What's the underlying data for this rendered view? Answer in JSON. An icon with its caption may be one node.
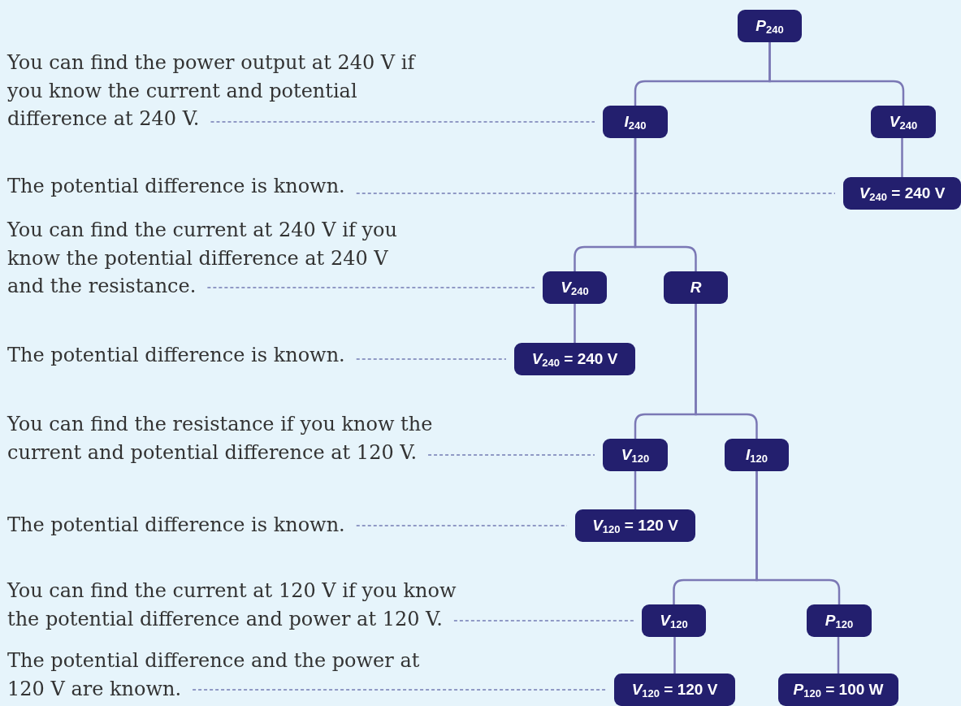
{
  "diagram": {
    "nodes": [
      {
        "text": [
          "*P*$_{240}$"
        ]
      },
      {
        "text": [
          "*I*$_{240}$"
        ]
      },
      {
        "text": [
          "*V*$_{240}$"
        ]
      },
      {
        "text": [
          "*V*$_{240}$ = 240 V"
        ]
      },
      {
        "text": [
          "*V*$_{240}$"
        ]
      },
      {
        "text": [
          "*R*"
        ]
      },
      {
        "text": [
          "*V*$_{240}$ = 240 V"
        ]
      },
      {
        "text": [
          "*V*$_{120}$"
        ]
      },
      {
        "text": [
          "*I*$_{120}$"
        ]
      },
      {
        "text": [
          "*V*$_{120}$ = 120 V"
        ]
      },
      {
        "text": [
          "*V*$_{120}$"
        ]
      },
      {
        "text": [
          "*P*$_{120}$"
        ]
      },
      {
        "text": [
          "*V*$_{120}$ = 120 V"
        ]
      },
      {
        "text": [
          "*P*$_{120}$ = 100 W"
        ]
      },
      {
        "text": [
          "You can find the power output at 240 V if you know the current and potential difference at 240 V."
        ]
      },
      {
        "text": [
          "The potential difference is known."
        ]
      },
      {
        "text": [
          "You can find the current at 240 V if you know the potential difference at 240 V and the resistance."
        ]
      },
      {
        "text": [
          "The potential difference is known."
        ]
      },
      {
        "text": [
          "You can find the resistance if you know the current and potential difference at 120 V."
        ]
      },
      {
        "text": [
          "The potential difference is known."
        ]
      },
      {
        "text": [
          "You can find the current at 120 V if you know the potential difference and power at 120 V."
        ]
      },
      {
        "text": [
          "The potential difference and the power at 120 V are known."
        ]
      }
    ],
    "edges": [
      {
        "from": 0,
        "to": 1,
        "arrow": "none"
      },
      {
        "from": 0,
        "to": 2,
        "arrow": "none"
      },
      {
        "from": 2,
        "to": 3,
        "arrow": "none"
      },
      {
        "from": 1,
        "to": 4,
        "arrow": "none"
      },
      {
        "from": 1,
        "to": 5,
        "arrow": "none"
      },
      {
        "from": 4,
        "to": 6,
        "arrow": "none"
      },
      {
        "from": 5,
        "to": 7,
        "arrow": "none"
      },
      {
        "from": 5,
        "to": 8,
        "arrow": "none"
      },
      {
        "from": 7,
        "to": 9,
        "arrow": "none"
      },
      {
        "from": 8,
        "to": 10,
        "arrow": "none"
      },
      {
        "from": 8,
        "to": 11,
        "arrow": "none"
      },
      {
        "from": 10,
        "to": 12,
        "arrow": "none"
      },
      {
        "from": 11,
        "to": 13,
        "arrow": "none"
      },
      {
        "from": 14,
        "to": 1,
        "arrow": "none",
        "style": "dashed"
      },
      {
        "from": 15,
        "to": 3,
        "arrow": "none",
        "style": "dashed"
      },
      {
        "from": 16,
        "to": 4,
        "arrow": "none",
        "style": "dashed"
      },
      {
        "from": 17,
        "to": 6,
        "arrow": "none",
        "style": "dashed"
      },
      {
        "from": 18,
        "to": 7,
        "arrow": "none",
        "style": "dashed"
      },
      {
        "from": 19,
        "to": 9,
        "arrow": "none",
        "style": "dashed"
      },
      {
        "from": 20,
        "to": 10,
        "arrow": "none",
        "style": "dashed"
      },
      {
        "from": 21,
        "to": 12,
        "arrow": "none",
        "style": "dashed"
      }
    ]
  }
}
